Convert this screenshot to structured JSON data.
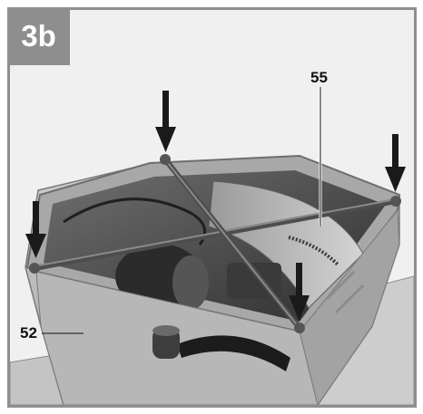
{
  "figure": {
    "badge": "3b",
    "callouts": {
      "part_55": "55",
      "part_52": "52"
    }
  },
  "colors": {
    "frame": "#8e8e8e",
    "arrow": "#1a1a1a",
    "housing": "#b9b9b9"
  }
}
